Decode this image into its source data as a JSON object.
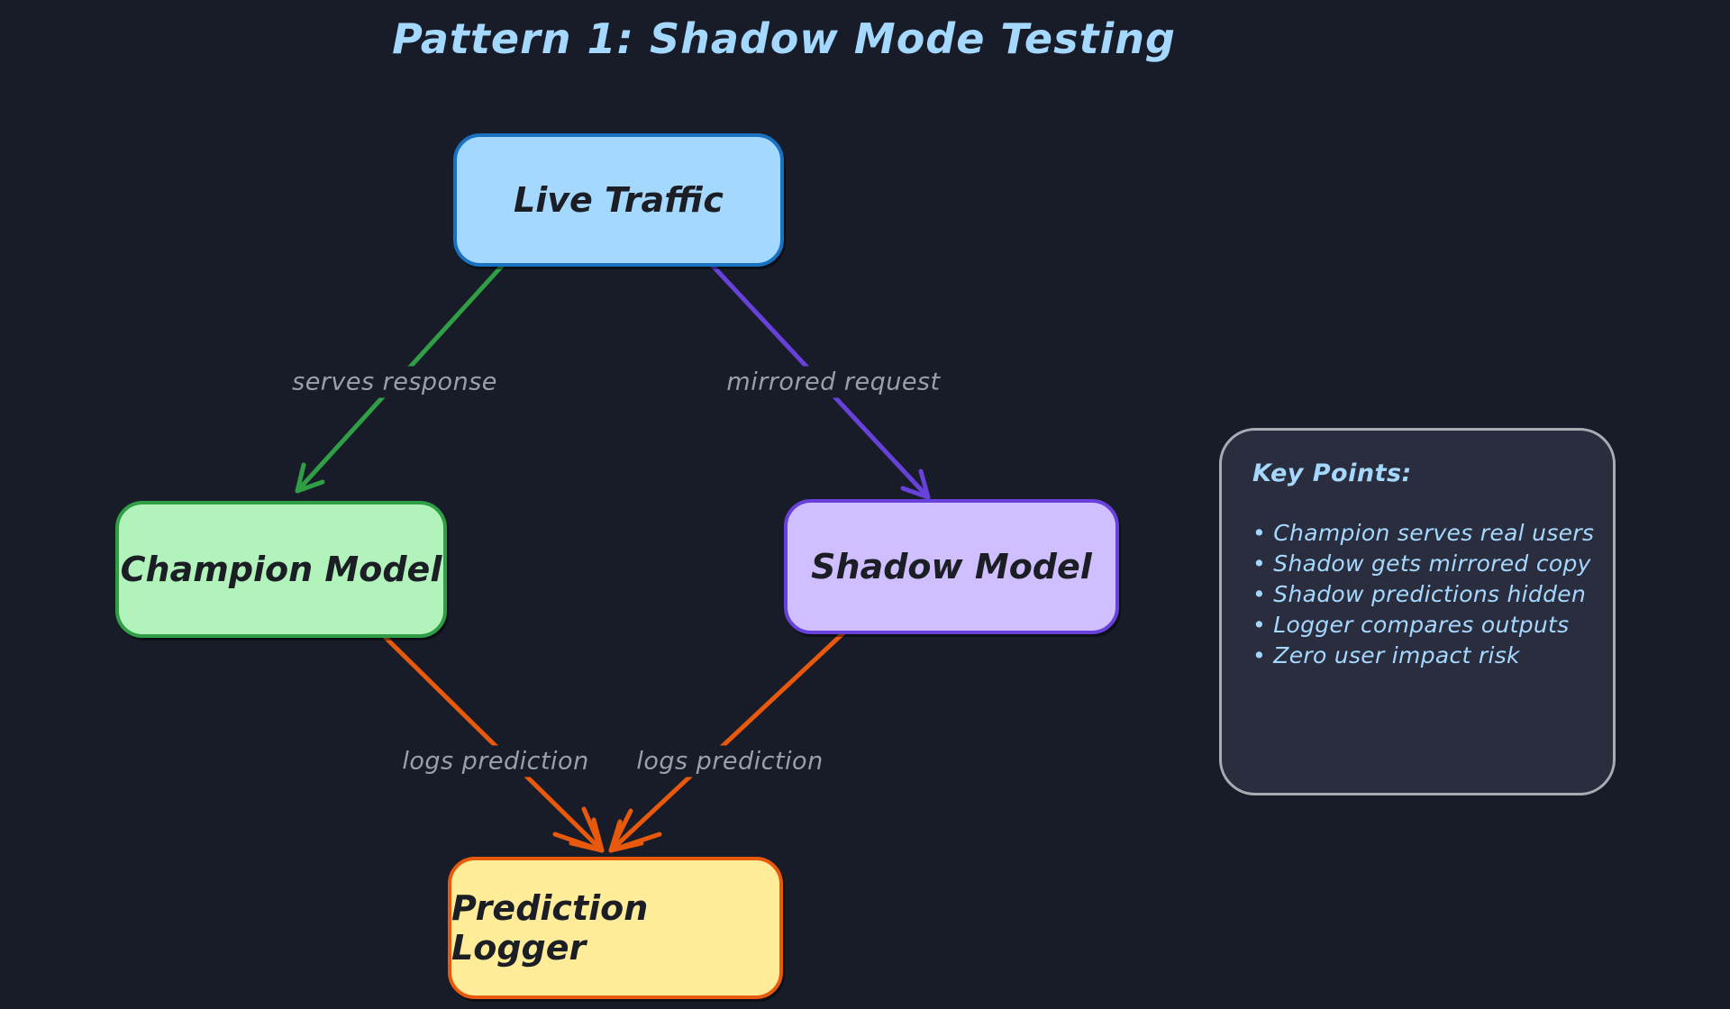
{
  "page": {
    "background": "#181c28"
  },
  "title": {
    "text": "Pattern 1: Shadow Mode Testing",
    "color": "#a5d8ff"
  },
  "nodes": [
    {
      "id": "live-traffic",
      "label": "Live Traffic",
      "fill": "#a5d8ff",
      "stroke": "#1971c2"
    },
    {
      "id": "champion-model",
      "label": "Champion Model",
      "fill": "#b2f2bb",
      "stroke": "#2f9e44"
    },
    {
      "id": "shadow-model",
      "label": "Shadow Model",
      "fill": "#d0bfff",
      "stroke": "#6741d9"
    },
    {
      "id": "prediction-logger",
      "label": "Prediction Logger",
      "fill": "#ffec99",
      "stroke": "#e8590c"
    }
  ],
  "edges": [
    {
      "from": "live-traffic",
      "to": "champion-model",
      "label": "serves response",
      "color": "#2f9e44"
    },
    {
      "from": "live-traffic",
      "to": "shadow-model",
      "label": "mirrored request",
      "color": "#6741d9"
    },
    {
      "from": "champion-model",
      "to": "prediction-logger",
      "label": "logs prediction",
      "color": "#e8590c"
    },
    {
      "from": "shadow-model",
      "to": "prediction-logger",
      "label": "logs prediction",
      "color": "#e8590c"
    }
  ],
  "edge_label_color": "#9aa0a8",
  "key_points": {
    "title": "Key Points:",
    "text_color": "#a5d8ff",
    "items": [
      "Champion serves real users",
      "Shadow gets mirrored copy",
      "Shadow predictions hidden",
      "Logger compares outputs",
      "Zero user impact risk"
    ]
  }
}
